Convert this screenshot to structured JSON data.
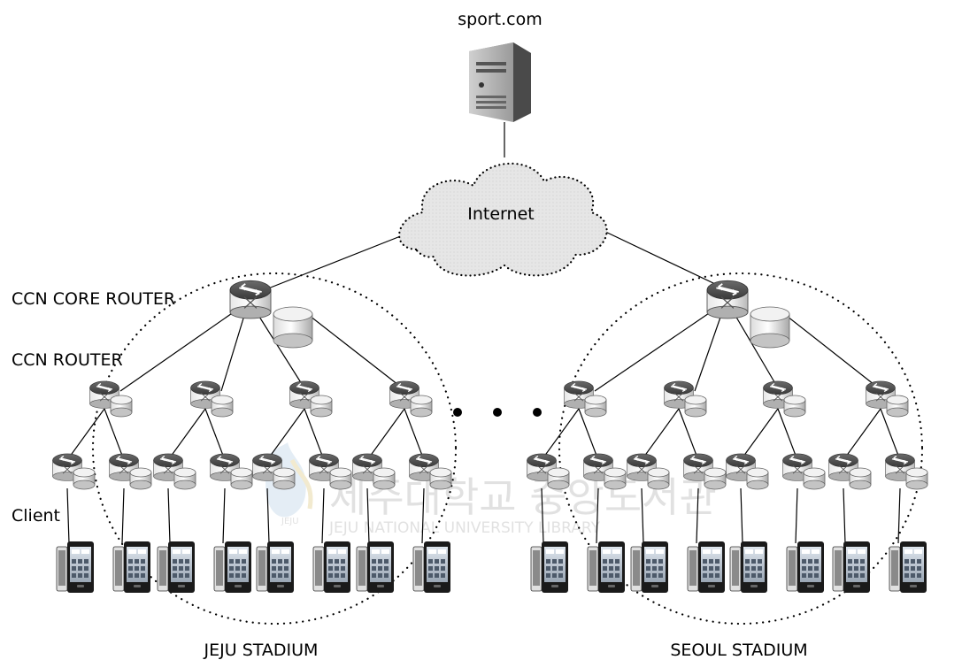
{
  "server_label": "sport.com",
  "cloud_label": "Internet",
  "legend": {
    "core_router": "CCN CORE ROUTER",
    "router": "CCN ROUTER",
    "client": "Client"
  },
  "stadiums": [
    {
      "name": "JEJU STADIUM"
    },
    {
      "name": "SEOUL STADIUM"
    }
  ],
  "watermark": {
    "korean": "제주대학교 중앙도서관",
    "english": "JEJU NATIONAL UNIVERSITY LIBRARY",
    "seal_text": "JEJU"
  },
  "icons": {
    "server": "server-icon",
    "cloud": "cloud-icon",
    "router": "router-icon",
    "cache": "cache-storage-icon",
    "phone": "smartphone-icon"
  }
}
